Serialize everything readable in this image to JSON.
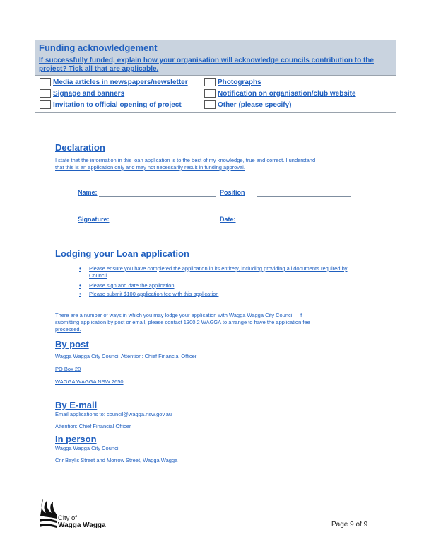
{
  "funding": {
    "title": "Funding acknowledgement",
    "instruction": "If successfully funded, explain how your organisation will acknowledge councils contribution to the project? Tick all that are applicable.",
    "options": [
      "Media articles in newspapers/newsletter",
      "Photographs",
      "Signage and banners",
      "Notification on organisation/club website",
      "Invitation to official opening of project",
      "Other (please specify)"
    ]
  },
  "declaration": {
    "heading": "Declaration",
    "text_line1": "I state that the information in this loan application is to the best of my knowledge, true and correct.  I understand",
    "text_line2": "that this is an application only and may not necessarily result in funding approval.",
    "name_label": "Name:",
    "position_label": "Position",
    "signature_label": "Signature:",
    "date_label": "Date:"
  },
  "lodging": {
    "heading": "Lodging your Loan application",
    "bullets": [
      "Please ensure you have completed the application in its entirety, including providing all documents required by Council",
      "Please sign and date the application",
      "Please submit $100 application fee with this application"
    ],
    "para_line1": "There are a number of ways in which you may lodge your application with Wagga Wagga City Council – if",
    "para_line2": "submitting application by post or email, please contact 1300 2 WAGGA to arrange to have the application fee",
    "para_line3": "processed."
  },
  "post": {
    "heading": "By post",
    "line1": "Wagga Wagga City Council Attention: Chief Financial Officer",
    "line2": "PO Box 20",
    "line3": "WAGGA WAGGA NSW 2650"
  },
  "email": {
    "heading": "By E-mail",
    "line1": "Email applications to: council@wagga.nsw.gov.au",
    "line2": "Attention: Chief Financial Officer"
  },
  "person": {
    "heading": "In person",
    "line1": "Wagga Wagga City Council",
    "line2": "Cnr Baylis Street and Morrow Street, Wagga Wagga"
  },
  "footer": {
    "logo_line1": "City of",
    "logo_line2": "Wagga Wagga",
    "page": "Page 9 of 9"
  }
}
